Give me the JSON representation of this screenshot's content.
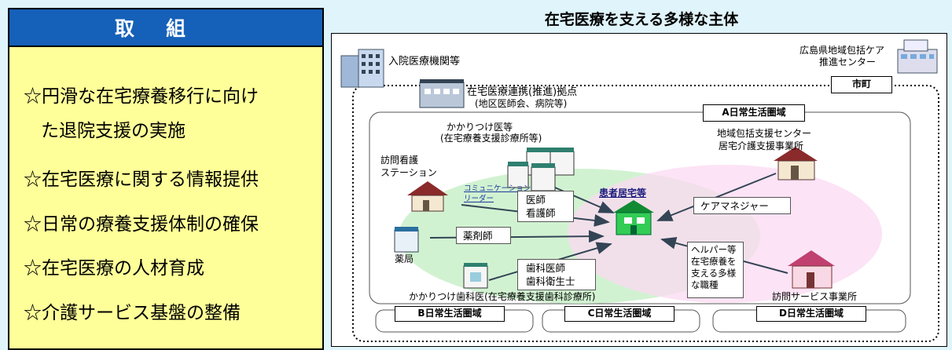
{
  "left": {
    "header": "取組",
    "items": [
      "☆円滑な在宅療養移行に向け",
      "た退院支援の実施",
      "☆在宅医療に関する情報提供",
      "☆日常の療養支援体制の確保",
      "☆在宅医療の人材育成",
      "☆介護サービス基盤の整備"
    ]
  },
  "right": {
    "title": "在宅医療を支える多様な主体",
    "hospital": "入院医療機関等",
    "pref_center_line1": "広島県地域包括ケア",
    "pref_center_line2": "推進センター",
    "city": "市町",
    "base_line1": "在宅医療連携(推進)拠点",
    "base_line2": "(地区医師会、病院等)",
    "area_a": "A日常生活圏域",
    "area_b": "B日常生活圏域",
    "area_c": "C日常生活圏域",
    "area_d": "D日常生活圏域",
    "gp_line1": "かかりつけ医等",
    "gp_line2": "(在宅療養支援診療所等)",
    "visit_nurse_line1": "訪問看護",
    "visit_nurse_line2": "ステーション",
    "communication_line1": "コミュニケーション",
    "communication_line2": "リーダー",
    "patient_home": "患者居宅等",
    "community_center_line1": "地域包括支援センター",
    "community_center_line2": "居宅介護支援事業所",
    "doctor_nurse_line1": "医師",
    "doctor_nurse_line2": "看護師",
    "pharmacist": "薬剤師",
    "pharmacy": "薬局",
    "dentist_line1": "歯科医師",
    "dentist_line2": "歯科衛生士",
    "care_manager": "ケアマネジャー",
    "helper_line1": "ヘルパー等",
    "helper_line2": "在宅療養を",
    "helper_line3": "支える多様",
    "helper_line4": "な職種",
    "dental_clinic": "かかりつけ歯科医(在宅療養支援歯科診療所)",
    "visit_service": "訪問サービス事業所"
  },
  "colors": {
    "header_blue": "#1560b8",
    "panel_yellow": "#ffff99",
    "background": "#dff4fb",
    "green_zone": "#c9f0c9",
    "pink_zone": "#fbd9f2"
  }
}
